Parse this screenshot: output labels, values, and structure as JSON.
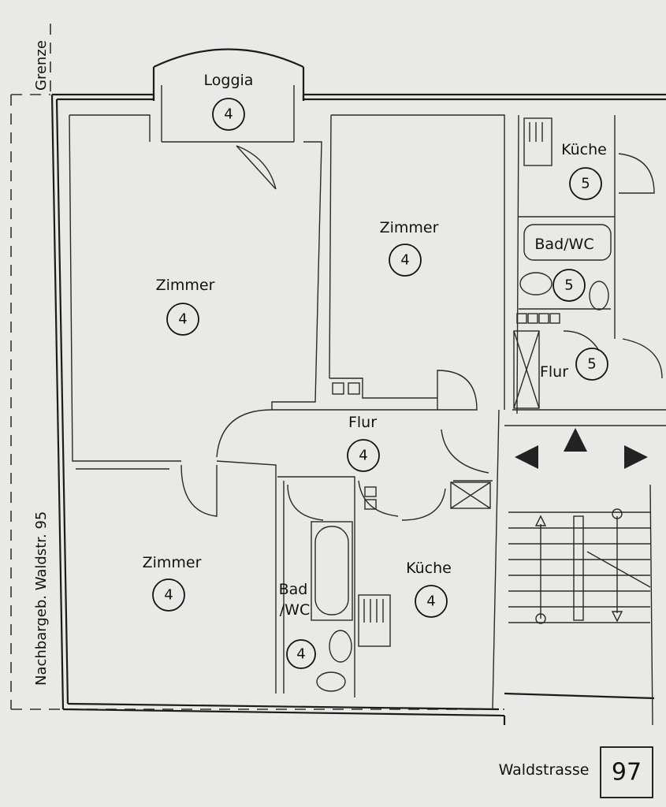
{
  "labels": {
    "grenze": "Grenze",
    "nachbar": "Nachbargeb. Waldstr. 95",
    "street": "Waldstrasse",
    "house_number": "97"
  },
  "rooms": {
    "loggia": {
      "name": "Loggia",
      "unit": "4"
    },
    "zimmer_main": {
      "name": "Zimmer",
      "unit": "4"
    },
    "zimmer_mid": {
      "name": "Zimmer",
      "unit": "4"
    },
    "zimmer_low": {
      "name": "Zimmer",
      "unit": "4"
    },
    "flur": {
      "name": "Flur",
      "unit": "4"
    },
    "kueche": {
      "name": "Küche",
      "unit": "4"
    },
    "bad": {
      "name1": "Bad",
      "name2": "/WC",
      "unit": "4"
    },
    "kueche5": {
      "name": "Küche",
      "unit": "5"
    },
    "bad5": {
      "name": "Bad/WC",
      "unit": "5"
    },
    "flur5": {
      "name": "Flur",
      "unit": "5"
    }
  }
}
